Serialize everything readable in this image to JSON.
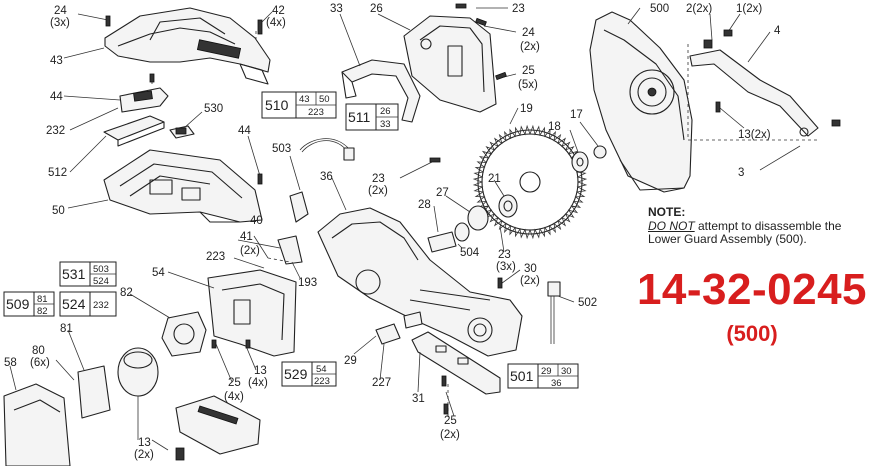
{
  "model": {
    "number": "14-32-0245",
    "assembly": "(500)"
  },
  "note": {
    "heading": "NOTE:",
    "emphasis": "DO NOT",
    "line1_rest": " attempt to disassemble the",
    "line2": "Lower Guard Assembly (500)."
  },
  "callouts": [
    {
      "id": "c24",
      "text": "24"
    },
    {
      "id": "c24q",
      "text": "(3x)"
    },
    {
      "id": "c42",
      "text": "42"
    },
    {
      "id": "c42q",
      "text": "(4x)"
    },
    {
      "id": "c43",
      "text": "43"
    },
    {
      "id": "c44a",
      "text": "44"
    },
    {
      "id": "c232",
      "text": "232"
    },
    {
      "id": "c530",
      "text": "530"
    },
    {
      "id": "c512",
      "text": "512"
    },
    {
      "id": "c44b",
      "text": "44"
    },
    {
      "id": "c503",
      "text": "503"
    },
    {
      "id": "c50",
      "text": "50"
    },
    {
      "id": "c33",
      "text": "33"
    },
    {
      "id": "c26",
      "text": "26"
    },
    {
      "id": "c23a",
      "text": "23"
    },
    {
      "id": "c24b",
      "text": "24"
    },
    {
      "id": "c24bq",
      "text": "(2x)"
    },
    {
      "id": "c25a",
      "text": "25"
    },
    {
      "id": "c25aq",
      "text": "(5x)"
    },
    {
      "id": "c19",
      "text": "19"
    },
    {
      "id": "c18",
      "text": "18"
    },
    {
      "id": "c17",
      "text": "17"
    },
    {
      "id": "c500",
      "text": "500"
    },
    {
      "id": "c2",
      "text": "2(2x)"
    },
    {
      "id": "c1",
      "text": "1(2x)"
    },
    {
      "id": "c4",
      "text": "4"
    },
    {
      "id": "c13a",
      "text": "13(2x)"
    },
    {
      "id": "c3",
      "text": "3"
    },
    {
      "id": "c36",
      "text": "36"
    },
    {
      "id": "c23b",
      "text": "23"
    },
    {
      "id": "c23bq",
      "text": "(2x)"
    },
    {
      "id": "c21",
      "text": "21"
    },
    {
      "id": "c27",
      "text": "27"
    },
    {
      "id": "c28",
      "text": "28"
    },
    {
      "id": "c504",
      "text": "504"
    },
    {
      "id": "c23c",
      "text": "23"
    },
    {
      "id": "c23cq",
      "text": "(3x)"
    },
    {
      "id": "c40",
      "text": "40"
    },
    {
      "id": "c41",
      "text": "41"
    },
    {
      "id": "c41q",
      "text": "(2x)"
    },
    {
      "id": "c223",
      "text": "223"
    },
    {
      "id": "c193",
      "text": "193"
    },
    {
      "id": "c54",
      "text": "54"
    },
    {
      "id": "c82",
      "text": "82"
    },
    {
      "id": "c81",
      "text": "81"
    },
    {
      "id": "c80",
      "text": "80"
    },
    {
      "id": "c80q",
      "text": "(6x)"
    },
    {
      "id": "c58",
      "text": "58"
    },
    {
      "id": "c25b",
      "text": "25"
    },
    {
      "id": "c25bq",
      "text": "(4x)"
    },
    {
      "id": "c13b",
      "text": "13"
    },
    {
      "id": "c13bq",
      "text": "(4x)"
    },
    {
      "id": "c13c",
      "text": "13"
    },
    {
      "id": "c13cq",
      "text": "(2x)"
    },
    {
      "id": "c29",
      "text": "29"
    },
    {
      "id": "c227",
      "text": "227"
    },
    {
      "id": "c31",
      "text": "31"
    },
    {
      "id": "c25c",
      "text": "25"
    },
    {
      "id": "c25cq",
      "text": "(2x)"
    },
    {
      "id": "c30",
      "text": "30"
    },
    {
      "id": "c30q",
      "text": "(2x)"
    },
    {
      "id": "c502",
      "text": "502"
    }
  ],
  "kit_boxes": [
    {
      "id": "k510",
      "main": "510",
      "subs": [
        "43",
        "50",
        "223"
      ]
    },
    {
      "id": "k511",
      "main": "511",
      "subs": [
        "26",
        "33"
      ]
    },
    {
      "id": "k531",
      "main": "531",
      "subs": [
        "503",
        "524"
      ]
    },
    {
      "id": "k509",
      "main": "509",
      "subs": [
        "81",
        "82"
      ]
    },
    {
      "id": "k524",
      "main": "524",
      "subs": [
        "232"
      ]
    },
    {
      "id": "k529",
      "main": "529",
      "subs": [
        "54",
        "223"
      ]
    },
    {
      "id": "k501",
      "main": "501",
      "subs": [
        "29",
        "30",
        "36"
      ]
    }
  ]
}
